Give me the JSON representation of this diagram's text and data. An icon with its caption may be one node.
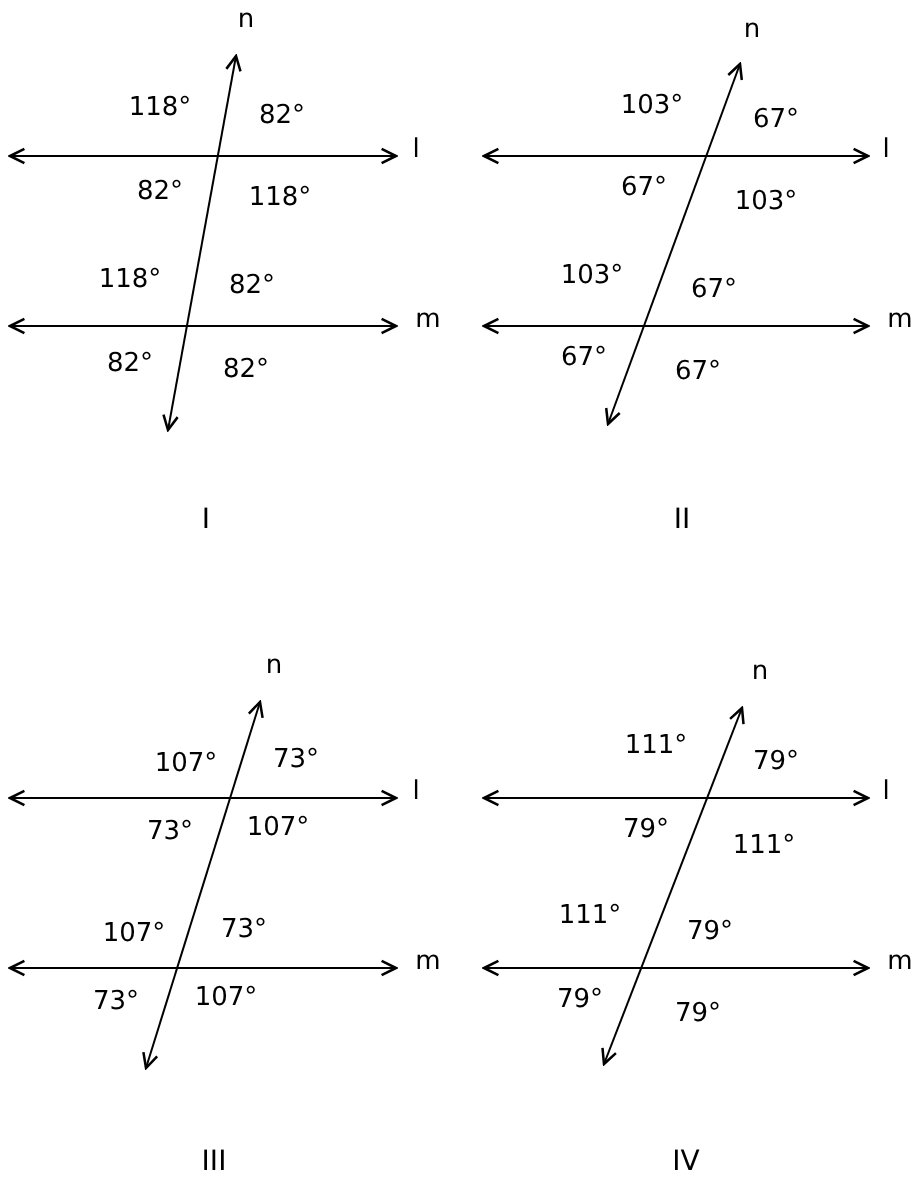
{
  "diagram": {
    "labels": [
      "n",
      "118°",
      "82°",
      "l",
      "82°",
      "118°",
      "118°",
      "82°",
      "m",
      "82°",
      "82°",
      "I",
      "n",
      "103°",
      "67°",
      "l",
      "67°",
      "103°",
      "103°",
      "67°",
      "m",
      "67°",
      "67°",
      "II",
      "n",
      "107°",
      "73°",
      "l",
      "73°",
      "107°",
      "107°",
      "73°",
      "m",
      "73°",
      "107°",
      "III",
      "n",
      "111°",
      "79°",
      "l",
      "79°",
      "111°",
      "111°",
      "79°",
      "m",
      "79°",
      "79°",
      "IV"
    ]
  }
}
